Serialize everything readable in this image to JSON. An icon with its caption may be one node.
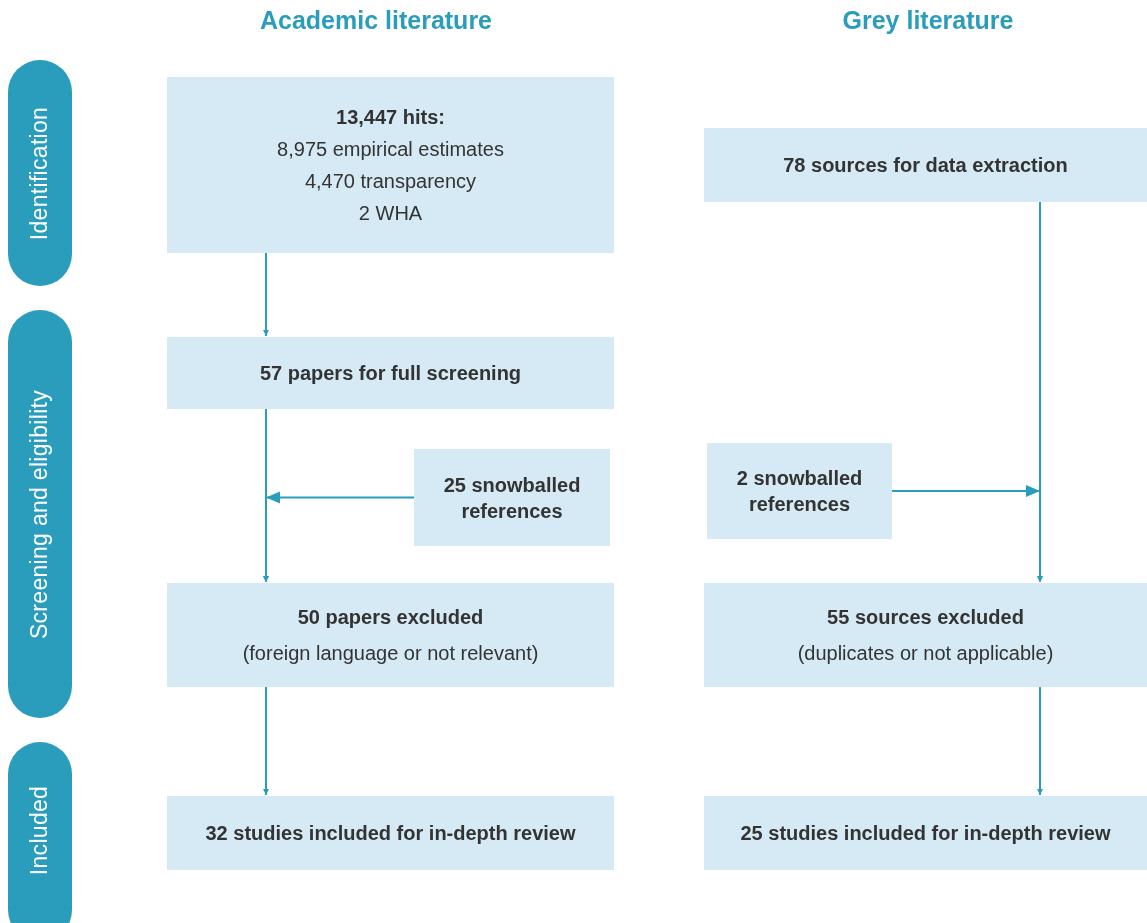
{
  "diagram": {
    "nodes": [
      {
        "text": [
          "Identification"
        ]
      },
      {
        "text": [
          "Screening and eligibility"
        ]
      },
      {
        "text": [
          "Included"
        ]
      },
      {
        "text": [
          "13,447 hits:",
          "8,975 empirical estimates",
          "4,470 transparency",
          "2 WHA"
        ]
      },
      {
        "text": [
          "78 sources for data extraction"
        ]
      },
      {
        "text": [
          "57 papers for full screening"
        ]
      },
      {
        "text": [
          "25 snowballed references"
        ]
      },
      {
        "text": [
          "2 snowballed references"
        ]
      },
      {
        "text": [
          "50 papers excluded",
          "(foreign language or not relevant)"
        ]
      },
      {
        "text": [
          "55 sources excluded",
          "(duplicates or not applicable)"
        ]
      },
      {
        "text": [
          "32 studies included for in-depth review"
        ]
      },
      {
        "text": [
          "25 studies included for in-depth review"
        ]
      }
    ],
    "edges": [
      {
        "from": 3,
        "to": 5,
        "arrow": "to"
      },
      {
        "from": 5,
        "to": 8,
        "arrow": "to"
      },
      {
        "from": 6,
        "to": 8,
        "arrow": "to"
      },
      {
        "from": 4,
        "to": 9,
        "arrow": "to"
      },
      {
        "from": 7,
        "to": 9,
        "arrow": "to"
      },
      {
        "from": 8,
        "to": 10,
        "arrow": "to"
      },
      {
        "from": 9,
        "to": 11,
        "arrow": "to"
      }
    ],
    "labels": [
      "Academic literature",
      "Grey literature"
    ]
  }
}
